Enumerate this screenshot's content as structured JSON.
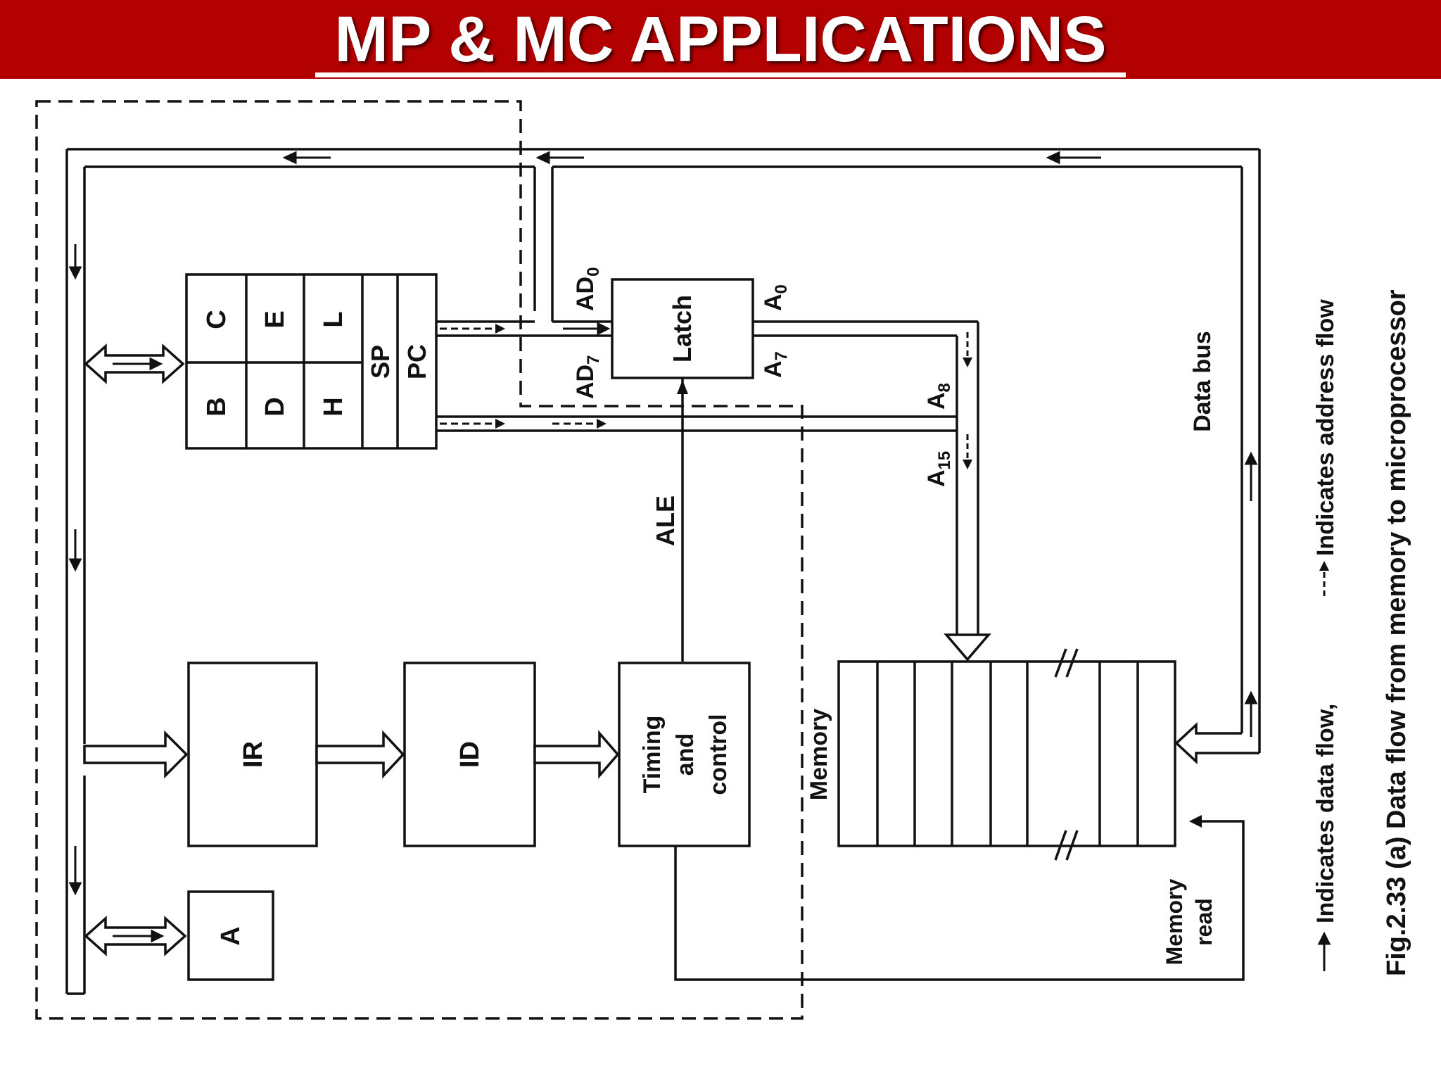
{
  "slide": {
    "title": "MP & MC APPLICATIONS"
  },
  "diagram": {
    "registers": [
      "C",
      "E",
      "L",
      "B",
      "D",
      "H",
      "SP",
      "PC"
    ],
    "latch": {
      "label": "Latch",
      "ad0": "AD",
      "ad0_sub": "0",
      "ad7": "AD",
      "ad7_sub": "7",
      "a0": "A",
      "a0_sub": "0",
      "a7": "A",
      "a7_sub": "7"
    },
    "a8": "A",
    "a8_sub": "8",
    "a15": "A",
    "a15_sub": "15",
    "ale": "ALE",
    "ir": "IR",
    "id": "ID",
    "timing": [
      "Timing",
      "and",
      "control"
    ],
    "accumulator": "A",
    "memory": "Memory",
    "memory_read": [
      "Memory",
      "read"
    ],
    "data_bus": "Data bus",
    "legend_data": "Indicates data flow,",
    "legend_address": "Indicates address flow",
    "caption": "Fig.2.33 (a) Data flow from memory to microprocessor"
  }
}
